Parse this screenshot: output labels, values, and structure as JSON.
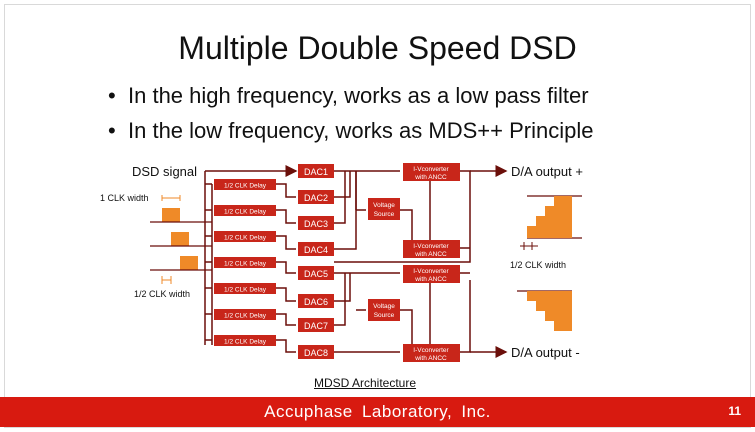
{
  "slide": {
    "title": "Multiple Double Speed DSD",
    "bullets": [
      "In the high frequency, works as a low pass filter",
      "In the low  frequency, works as MDS++ Principle"
    ],
    "caption": "MDSD Architecture",
    "footer": "Accuphase  Laboratory,  Inc.",
    "page_number": "11"
  },
  "diagram": {
    "input_label": "DSD signal",
    "clk_width_label": "1 CLK width",
    "half_clk_width_label": "1/2 CLK width",
    "half_clk_width_label_right": "1/2 CLK width",
    "delay_label": "1/2 CLK Delay",
    "dacs": [
      "DAC1",
      "DAC2",
      "DAC3",
      "DAC4",
      "DAC5",
      "DAC6",
      "DAC7",
      "DAC8"
    ],
    "converter_line1": "I-Vconverter",
    "converter_line2": "with ANCC",
    "voltage_line1": "Voltage",
    "voltage_line2": "Source",
    "output_plus": "D/A output +",
    "output_minus": "D/A output -",
    "colors": {
      "accent": "#d81a10",
      "block": "#c8261a",
      "line": "#6b0f0a",
      "wave": "#ef8a28"
    }
  }
}
